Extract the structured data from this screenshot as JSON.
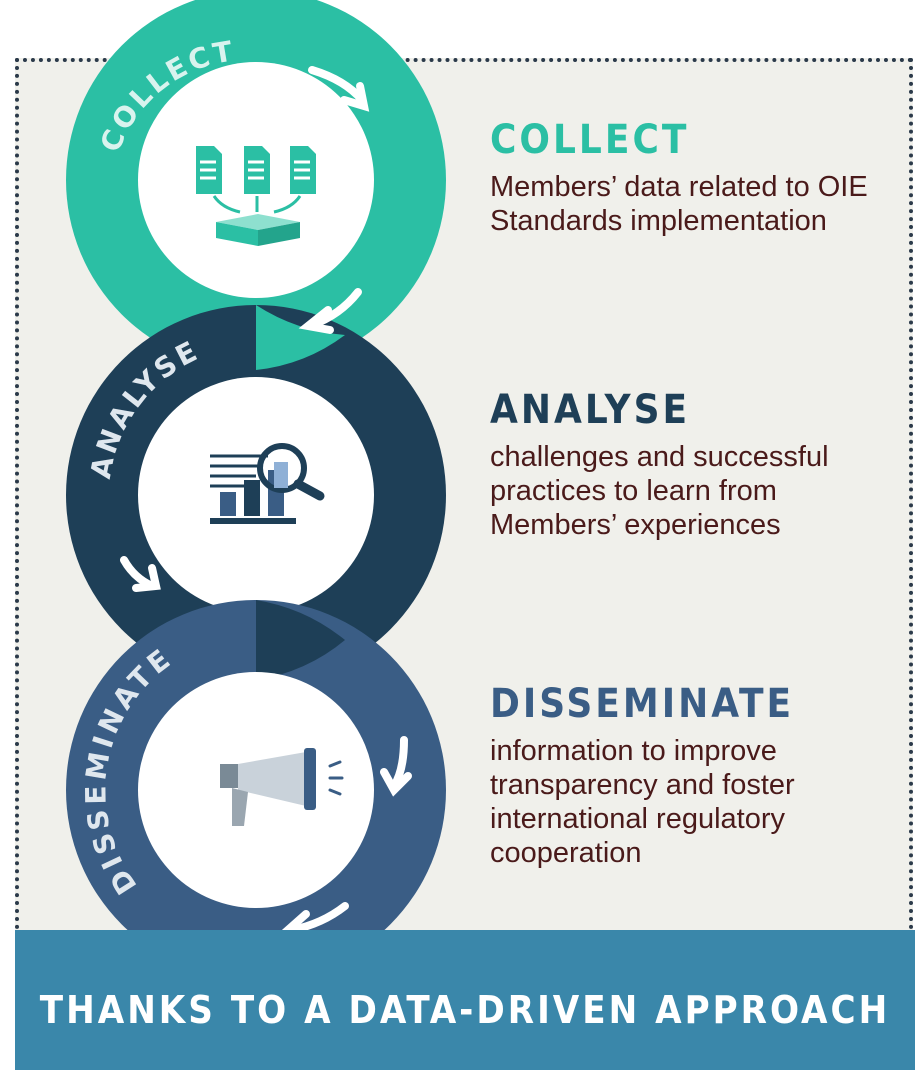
{
  "colors": {
    "collect": "#2bbfa4",
    "analyse": "#1e3f57",
    "disseminate": "#3a5d85",
    "panel": "#f0f0eb",
    "banner": "#3a87aa",
    "body_text": "#4a1a1a"
  },
  "steps": [
    {
      "ring_label": "COLLECT",
      "title": "COLLECT",
      "description": "Members’ data related to OIE Standards implementation",
      "icon": "documents-to-database-icon"
    },
    {
      "ring_label": "ANALYSE",
      "title": "ANALYSE",
      "description": "challenges and successful practices to learn from Members’ experiences",
      "icon": "bar-chart-magnifier-icon"
    },
    {
      "ring_label": "DISSEMINATE",
      "title": "DISSEMINATE",
      "description": "information to improve transparency and foster international regulatory cooperation",
      "icon": "megaphone-icon"
    }
  ],
  "banner": {
    "text": "THANKS TO A DATA-DRIVEN APPROACH"
  }
}
